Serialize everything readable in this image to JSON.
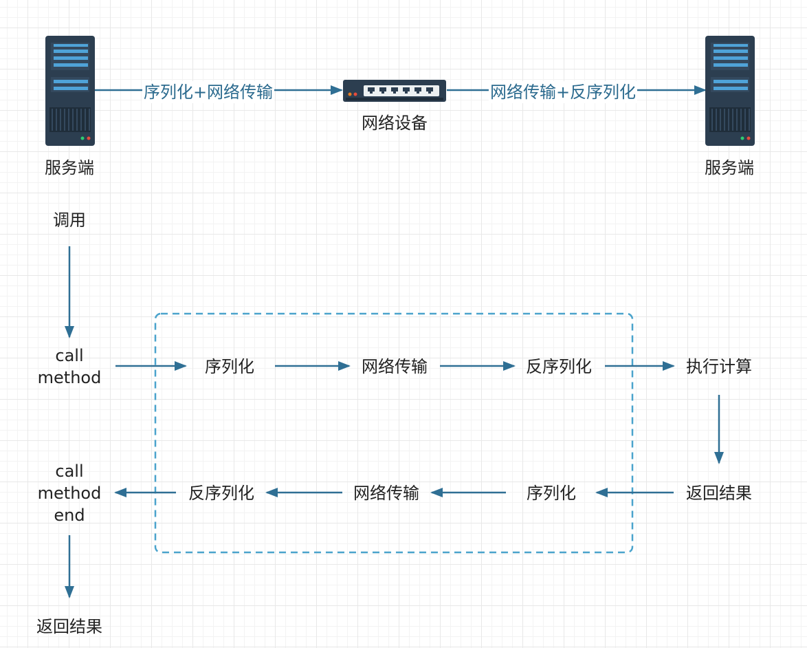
{
  "colors": {
    "arrow": "#2f6f94",
    "dashed_box": "#4aa3cc",
    "server_body": "#2c3e50",
    "server_accent": "#4fa3d8",
    "link_label": "#2b6a8e"
  },
  "icons": {
    "server": "server-icon",
    "network_device": "network-switch-icon"
  },
  "top": {
    "left_server_label": "服务端",
    "right_server_label": "服务端",
    "network_device_label": "网络设备",
    "link_left_label": "序列化+网络传输",
    "link_right_label": "网络传输+反序列化"
  },
  "flow": {
    "invoke": "调用",
    "call_method": [
      "call",
      "method"
    ],
    "forward": {
      "step1": "序列化",
      "step2": "网络传输",
      "step3": "反序列化",
      "execute": "执行计算"
    },
    "backward": {
      "return1": "返回结果",
      "step1": "序列化",
      "step2": "网络传输",
      "step3": "反序列化"
    },
    "call_method_end": [
      "call",
      "method",
      "end"
    ],
    "final_return": "返回结果"
  }
}
